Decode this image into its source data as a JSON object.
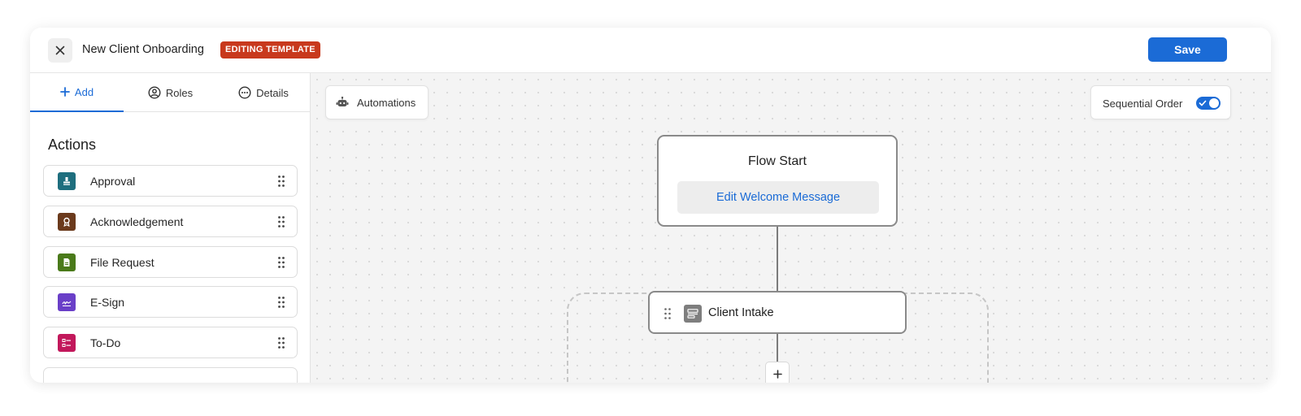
{
  "header": {
    "title": "New Client Onboarding",
    "badge": "EDITING TEMPLATE",
    "save_label": "Save"
  },
  "sidebar": {
    "tabs": [
      {
        "label": "Add",
        "icon": "plus-icon",
        "active": true
      },
      {
        "label": "Roles",
        "icon": "user-circle-icon",
        "active": false
      },
      {
        "label": "Details",
        "icon": "more-circle-icon",
        "active": false
      }
    ],
    "section_title": "Actions",
    "actions": [
      {
        "label": "Approval",
        "icon": "stamp-icon",
        "color": "#1e6e7e"
      },
      {
        "label": "Acknowledgement",
        "icon": "award-icon",
        "color": "#6b3a1c"
      },
      {
        "label": "File Request",
        "icon": "file-icon",
        "color": "#4a7a1a"
      },
      {
        "label": "E-Sign",
        "icon": "signature-icon",
        "color": "#6a3fc8"
      },
      {
        "label": "To-Do",
        "icon": "checklist-icon",
        "color": "#c2185b"
      }
    ]
  },
  "canvas": {
    "automations_label": "Automations",
    "sequential_order_label": "Sequential Order",
    "sequential_order_enabled": true,
    "flow_start": {
      "title": "Flow Start",
      "button_label": "Edit Welcome Message"
    },
    "steps": [
      {
        "label": "Client Intake",
        "icon": "form-icon"
      }
    ]
  },
  "colors": {
    "accent": "#1b6bd6",
    "badge": "#c8391d"
  }
}
